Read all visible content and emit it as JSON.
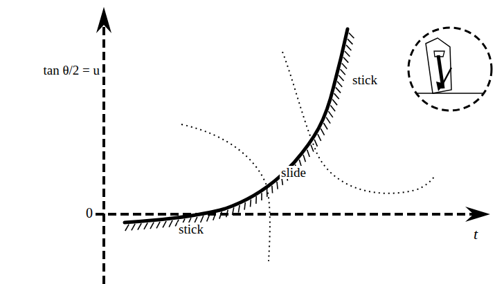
{
  "diagram": {
    "labels": [
      "tan θ/2 = u",
      "0",
      "t",
      "stick",
      "slide",
      "stick"
    ]
  }
}
